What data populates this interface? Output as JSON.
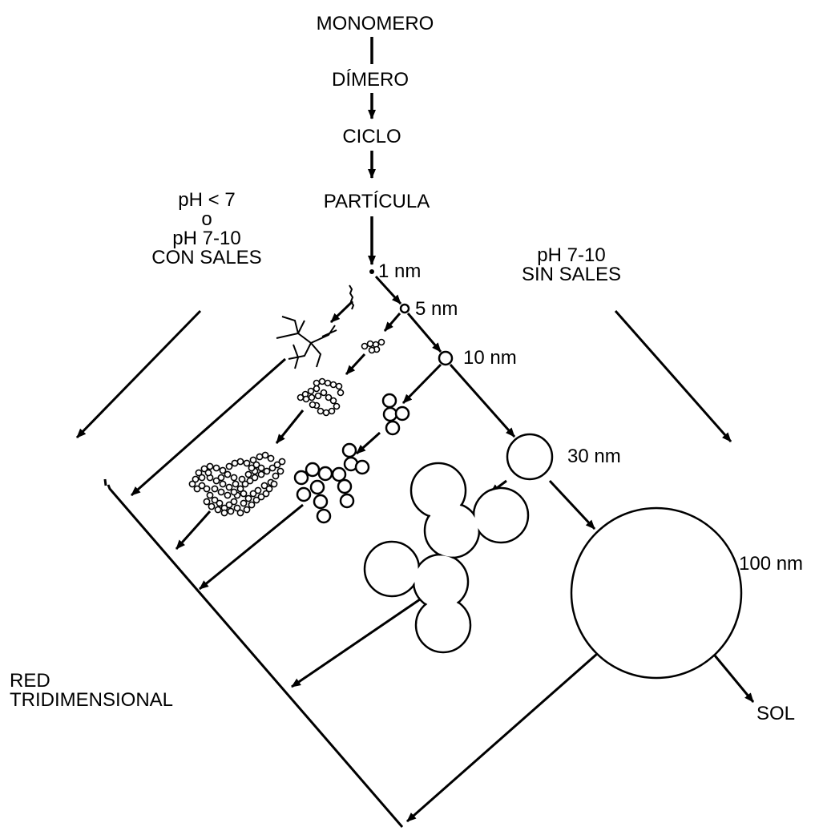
{
  "chain": {
    "monomer": "MONOMERO",
    "dimer": "DÍMERO",
    "cycle": "CICLO",
    "particle": "PARTÍCULA"
  },
  "conditions": {
    "left": [
      "pH < 7",
      "o",
      "pH 7-10",
      "CON SALES"
    ],
    "right": [
      "pH 7-10",
      "SIN SALES"
    ]
  },
  "sizes": {
    "s1": "1 nm",
    "s5": "5 nm",
    "s10": "10 nm",
    "s30": "30 nm",
    "s100": "100 nm"
  },
  "outcomes": {
    "network": [
      "RED",
      "TRIDIMENSIONAL"
    ],
    "sol": "SOL"
  }
}
